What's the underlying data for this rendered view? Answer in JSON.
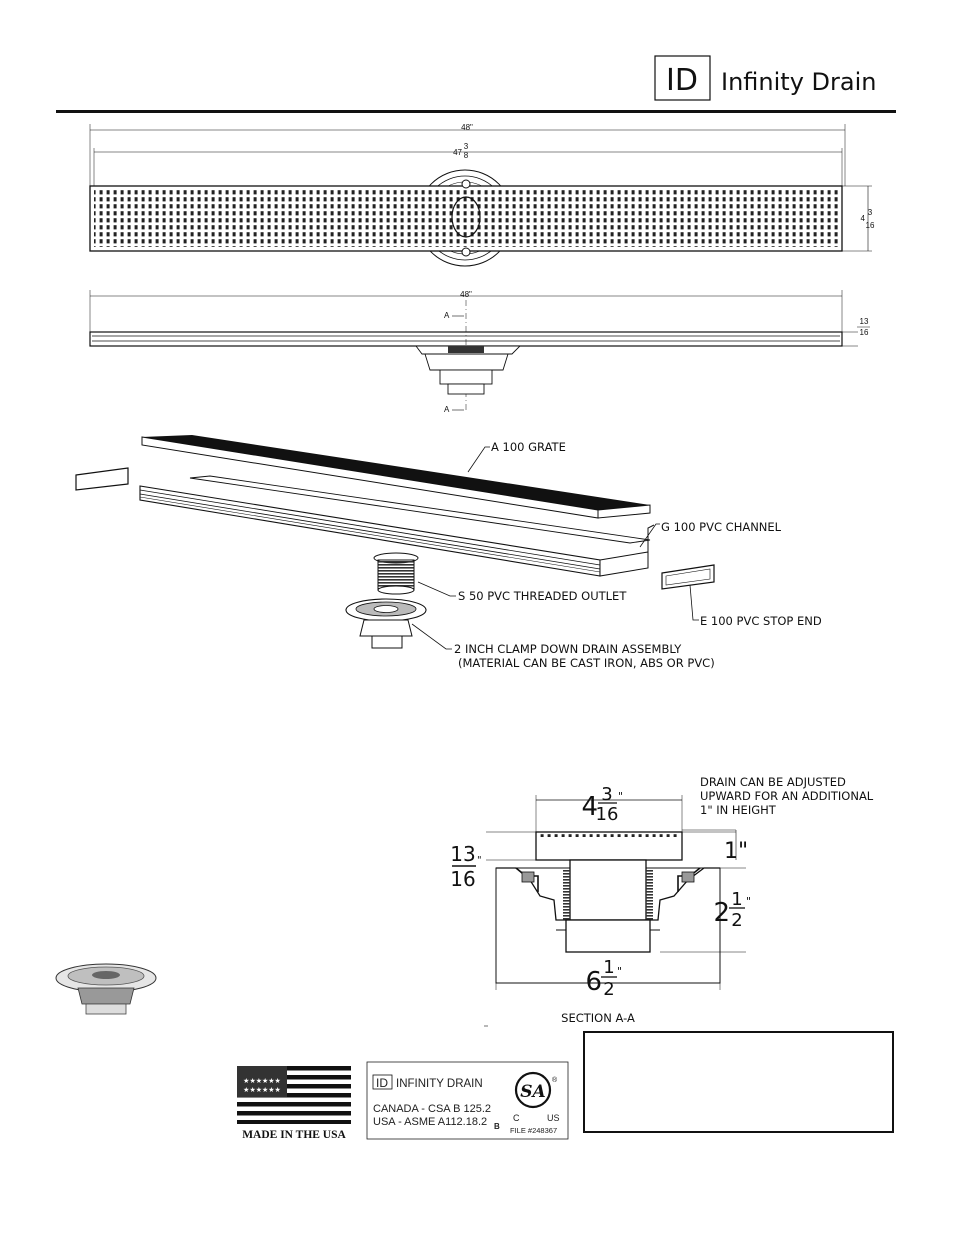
{
  "header": {
    "logo_mark": "ID",
    "brand": "Infinity Drain"
  },
  "top_view": {
    "overall_length": "48\"",
    "grate_length_whole": "47",
    "grate_length_num": "3",
    "grate_length_den": "8",
    "width_whole": "4",
    "width_num": "3",
    "width_den": "16"
  },
  "side_view": {
    "overall_length": "48\"",
    "height_num": "13",
    "height_den": "16",
    "section_mark_top": "A",
    "section_mark_bottom": "A"
  },
  "exploded": {
    "labels": [
      "A 100 GRATE",
      "G 100 PVC CHANNEL",
      "S 50 PVC THREADED OUTLET",
      "E 100 PVC STOP END",
      "2 INCH CLAMP DOWN DRAIN ASSEMBLY",
      "(MATERIAL CAN BE CAST IRON, ABS OR PVC)"
    ]
  },
  "section": {
    "note_lines": [
      "DRAIN CAN BE ADJUSTED",
      "UPWARD FOR AN ADDITIONAL",
      "1\" IN HEIGHT"
    ],
    "width_whole": "4",
    "width_num": "3",
    "width_den": "16",
    "height_num": "13",
    "height_den": "16",
    "adjust": "1\"",
    "depth_whole": "2",
    "depth_num": "1",
    "depth_den": "2",
    "base_whole": "6",
    "base_num": "1",
    "base_den": "2",
    "title": "SECTION A-A"
  },
  "badges": {
    "flag_caption": "MADE IN THE USA",
    "cert_brand_mark": "ID",
    "cert_brand": "INFINITY DRAIN",
    "cert_line1": "CANADA - CSA B 125.2",
    "cert_line2": "USA - ASME A112.18.2",
    "cert_class": "B",
    "csa_mark": "SA",
    "csa_c": "C",
    "csa_us": "US",
    "csa_reg": "®",
    "file_no": "FILE #248367"
  }
}
